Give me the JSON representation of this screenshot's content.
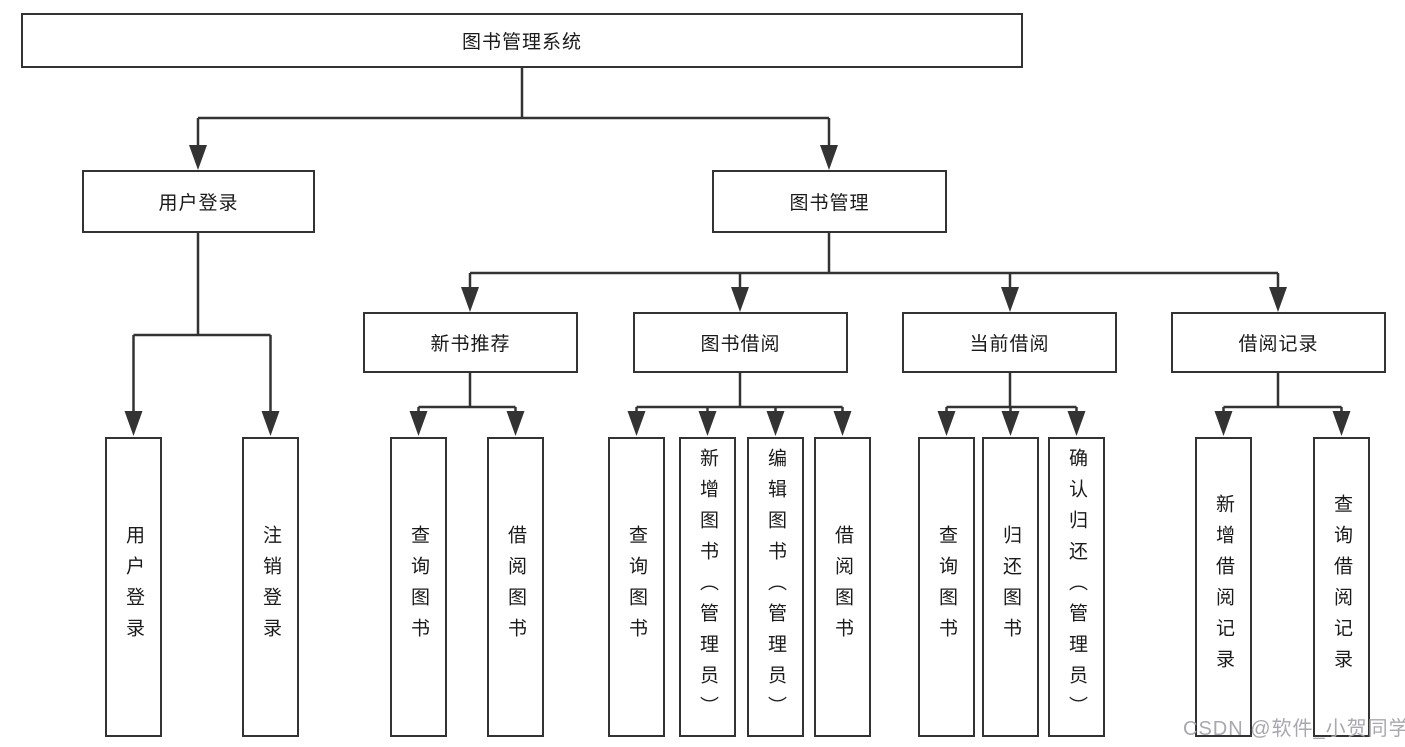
{
  "tree": {
    "root": {
      "label": "图书管理系统",
      "children": [
        {
          "label": "用户登录",
          "children": [
            {
              "label": "用户登录"
            },
            {
              "label": "注销登录"
            }
          ]
        },
        {
          "label": "图书管理",
          "children": [
            {
              "label": "新书推荐",
              "children": [
                {
                  "label": "查询图书"
                },
                {
                  "label": "借阅图书"
                }
              ]
            },
            {
              "label": "图书借阅",
              "children": [
                {
                  "label": "查询图书"
                },
                {
                  "label": "新增图书（管理员）"
                },
                {
                  "label": "编辑图书（管理员）"
                },
                {
                  "label": "借阅图书"
                }
              ]
            },
            {
              "label": "当前借阅",
              "children": [
                {
                  "label": "查询图书"
                },
                {
                  "label": "归还图书"
                },
                {
                  "label": "确认归还（管理员）"
                }
              ]
            },
            {
              "label": "借阅记录",
              "children": [
                {
                  "label": "新增借阅记录"
                },
                {
                  "label": "查询借阅记录"
                }
              ]
            }
          ]
        }
      ]
    }
  },
  "watermark": {
    "text": "CSDN @软件_小贺同学"
  },
  "colors": {
    "line": "#333333",
    "box_border": "#333333",
    "box_background": "#ffffff",
    "text": "#1a1a1a",
    "watermark": "#a8a8b0",
    "page_background": "#ffffff"
  }
}
